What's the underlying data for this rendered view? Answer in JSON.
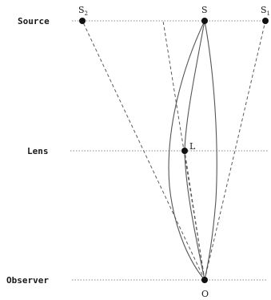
{
  "planes": {
    "source": "Source",
    "lens": "Lens",
    "observer": "Observer"
  },
  "points": {
    "s_main": "S",
    "s2_base": "S",
    "s2_sub": "2",
    "s1_base": "S",
    "s1_sub": "1",
    "lens": "L",
    "observer": "O"
  }
}
